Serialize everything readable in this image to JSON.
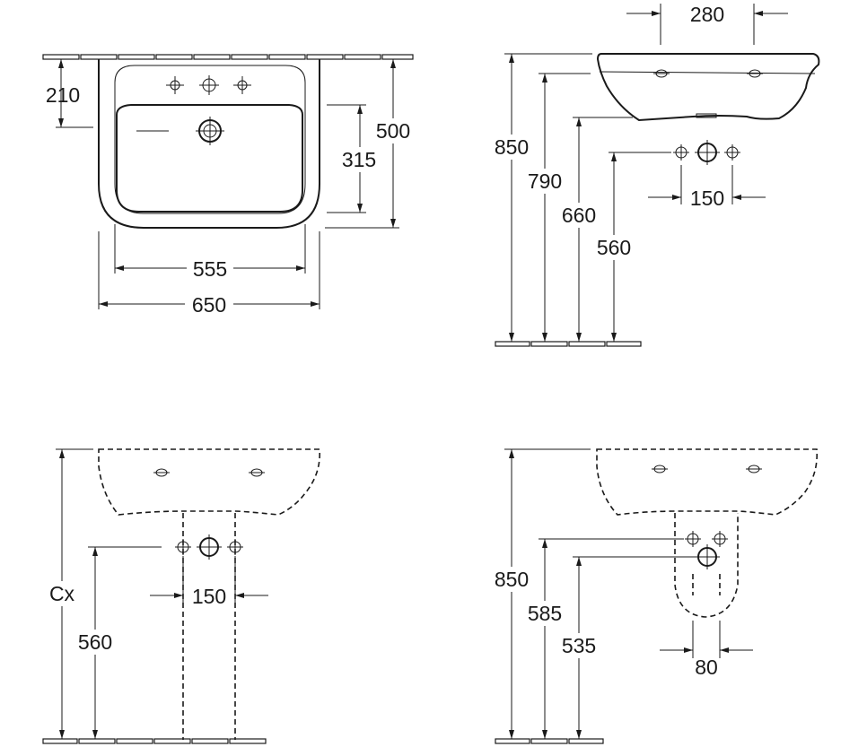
{
  "views": {
    "top_view": {
      "dims": {
        "depth_to_taps": "210",
        "overall_depth": "500",
        "bowl_depth": "315",
        "bowl_width": "555",
        "overall_width": "650"
      }
    },
    "side_view_wall_mounted": {
      "dims": {
        "tap_hole_spacing": "280",
        "rim_height": "850",
        "underside_height": "790",
        "bottom_height": "660",
        "waste_height": "560",
        "waste_supply_spacing": "150"
      }
    },
    "front_view_pedestal": {
      "dims": {
        "height_variable": "Cx",
        "waste_height": "560",
        "supply_spacing": "150"
      }
    },
    "front_view_semi_pedestal": {
      "dims": {
        "rim_height": "850",
        "supply_height": "585",
        "waste_height": "535",
        "waste_spacing": "80"
      }
    }
  }
}
